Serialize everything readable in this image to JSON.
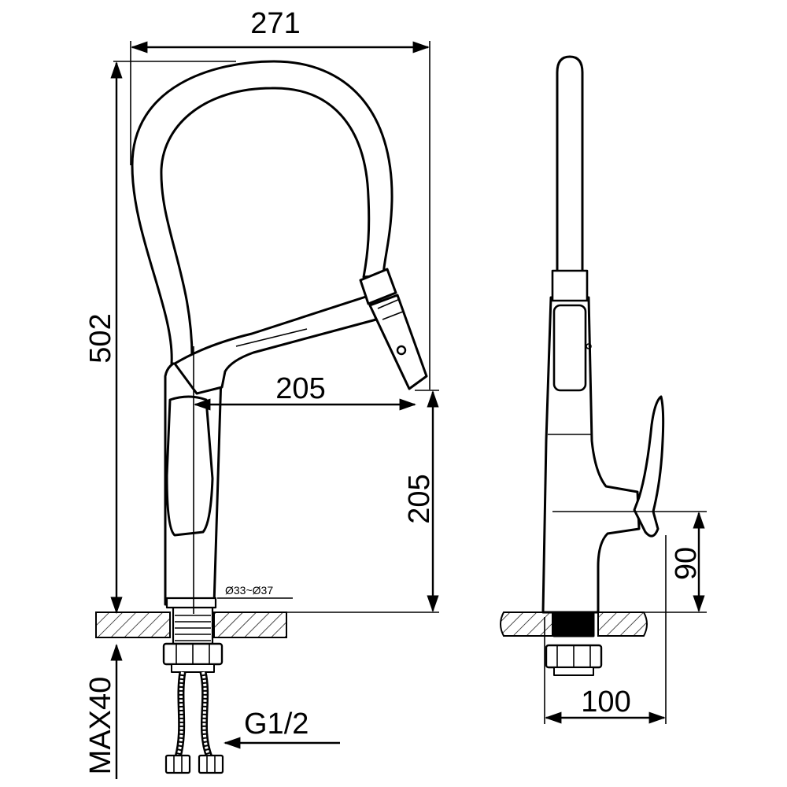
{
  "dimensions": {
    "overall_width": "271",
    "overall_height": "502",
    "spout_reach": "205",
    "spout_height": "205",
    "handle_height": "90",
    "base_width": "100",
    "hole_diameter": "Ø33~Ø37",
    "max_thickness": "MAX40",
    "connection_thread": "G1/2"
  },
  "views": [
    "front-view",
    "side-view"
  ],
  "colors": {
    "line": "#000000",
    "background": "#ffffff"
  }
}
